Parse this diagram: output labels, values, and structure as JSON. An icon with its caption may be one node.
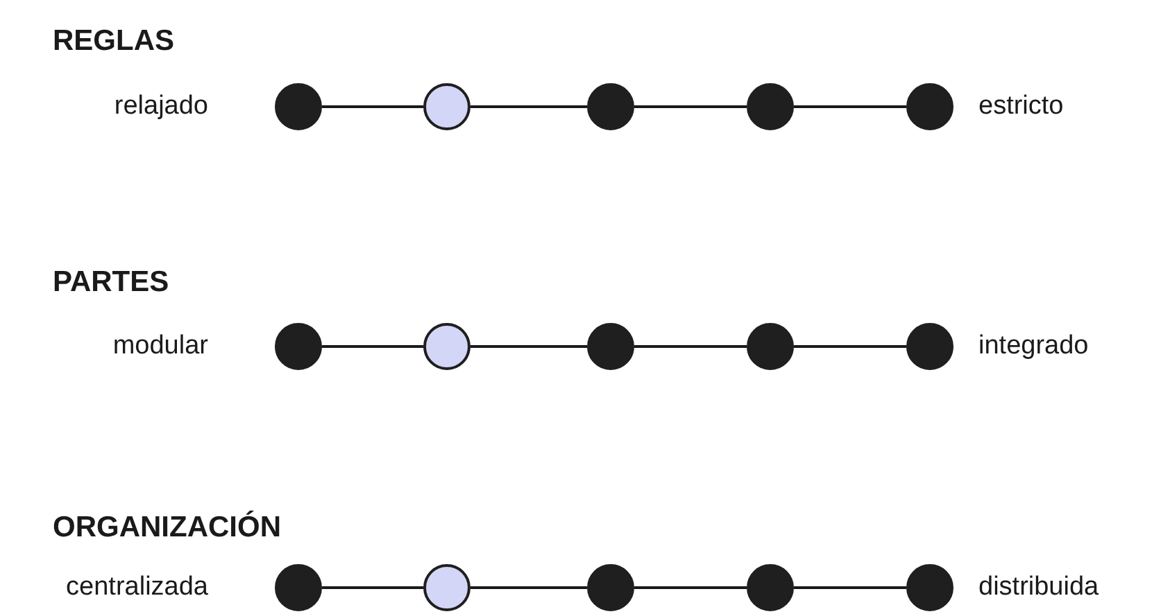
{
  "diagram": {
    "nodes": [
      {
        "text": [],
        "shape": "circle"
      },
      {
        "text": [],
        "shape": "circle"
      },
      {
        "text": [],
        "shape": "circle"
      },
      {
        "text": [],
        "shape": "circle"
      },
      {
        "text": [],
        "shape": "circle"
      },
      {
        "text": [],
        "shape": "circle"
      },
      {
        "text": [],
        "shape": "circle"
      },
      {
        "text": [],
        "shape": "circle"
      },
      {
        "text": [],
        "shape": "circle"
      },
      {
        "text": [],
        "shape": "circle"
      },
      {
        "text": [],
        "shape": "circle"
      },
      {
        "text": [],
        "shape": "circle"
      },
      {
        "text": [],
        "shape": "circle"
      },
      {
        "text": [],
        "shape": "circle"
      },
      {
        "text": [],
        "shape": "circle"
      }
    ],
    "edges": [
      {
        "from": 0,
        "to": 1,
        "arrow": "none"
      },
      {
        "from": 1,
        "to": 2,
        "arrow": "none"
      },
      {
        "from": 2,
        "to": 3,
        "arrow": "none"
      },
      {
        "from": 3,
        "to": 4,
        "arrow": "none"
      },
      {
        "from": 5,
        "to": 6,
        "arrow": "none"
      },
      {
        "from": 6,
        "to": 7,
        "arrow": "none"
      },
      {
        "from": 7,
        "to": 8,
        "arrow": "none"
      },
      {
        "from": 8,
        "to": 9,
        "arrow": "none"
      },
      {
        "from": 10,
        "to": 11,
        "arrow": "none"
      },
      {
        "from": 11,
        "to": 12,
        "arrow": "none"
      },
      {
        "from": 12,
        "to": 13,
        "arrow": "none"
      },
      {
        "from": 13,
        "to": 14,
        "arrow": "none"
      }
    ],
    "labels": [
      "REGLAS",
      "relajado",
      "estricto",
      "PARTES",
      "modular",
      "integrado",
      "ORGANIZACIÓN",
      "centralizada",
      "distribuida"
    ]
  }
}
